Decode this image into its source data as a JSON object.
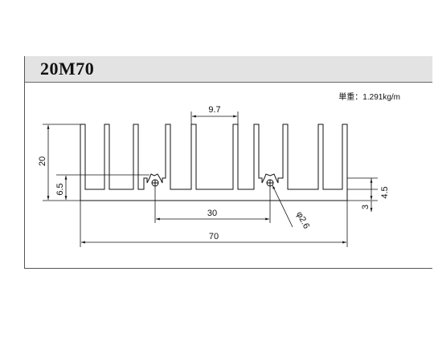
{
  "title": "20M70",
  "unit_weight": "単重：1.291kg/m",
  "dimensions": {
    "fin_gap": "9.7",
    "height": "20",
    "groove_height": "6.5",
    "hole_pitch": "30",
    "total_width": "70",
    "base_height": "4.5",
    "base_thickness": "3",
    "hole_diameter": "φ2.6"
  }
}
